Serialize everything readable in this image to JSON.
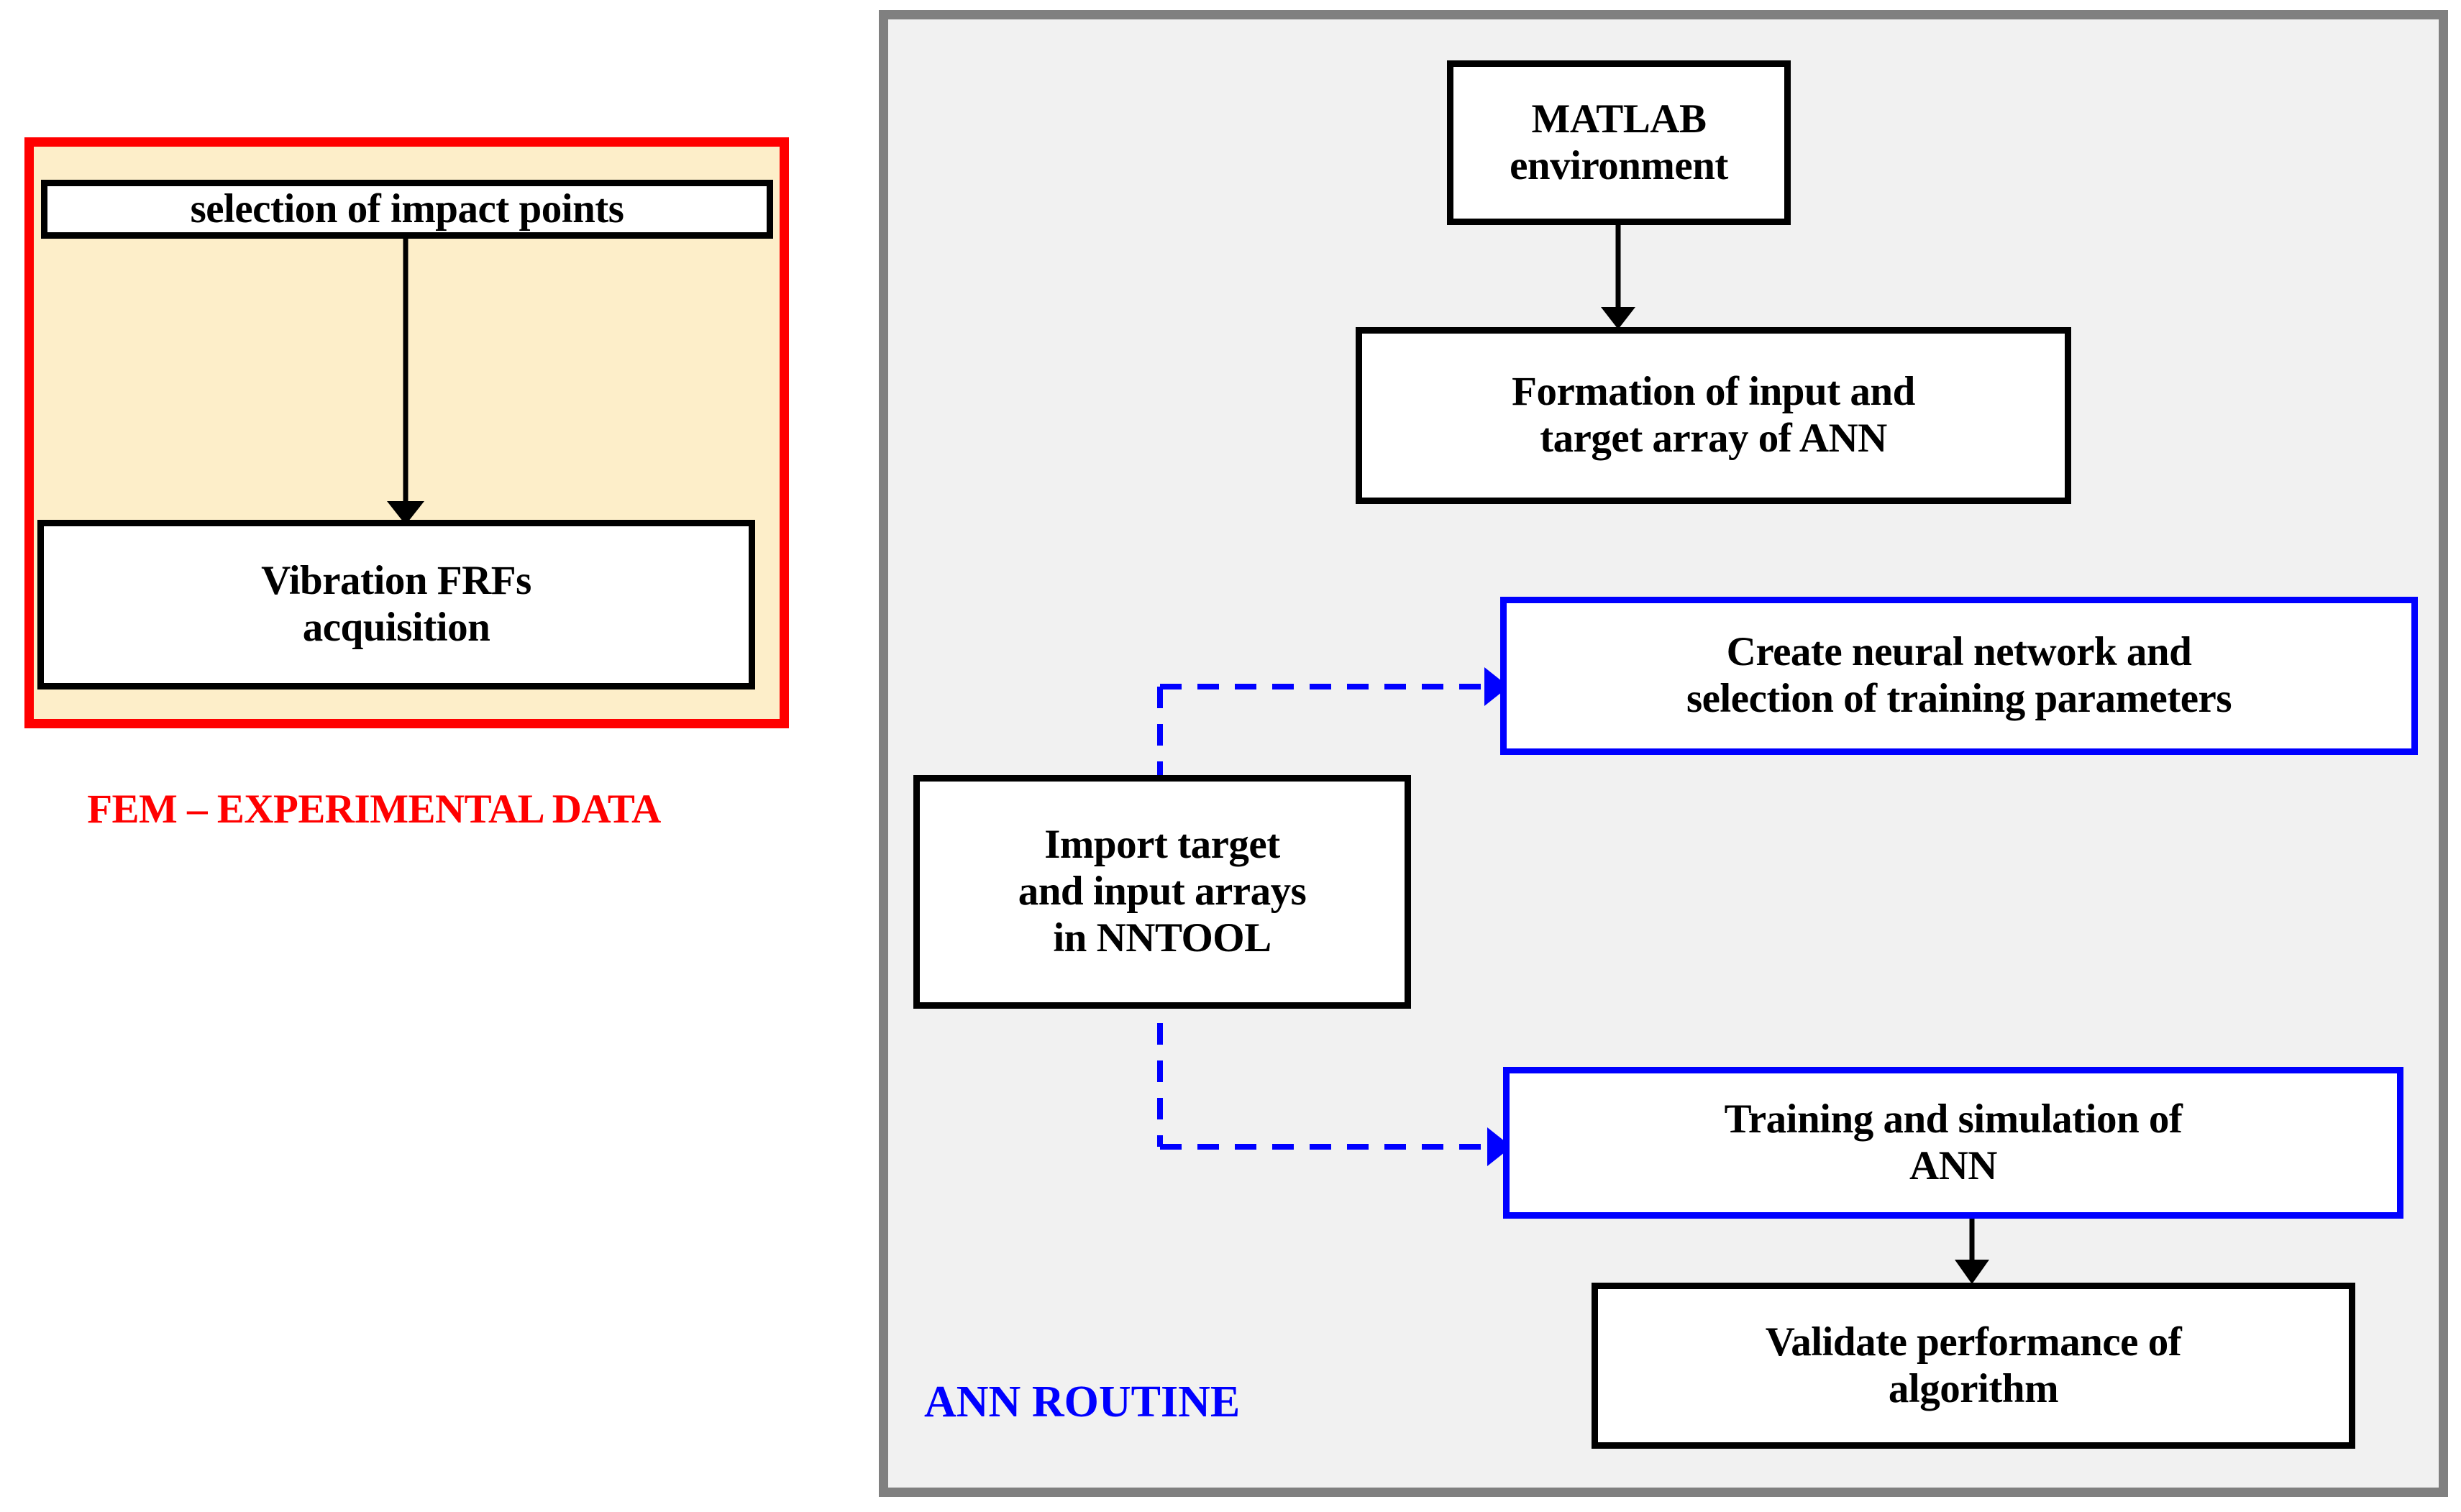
{
  "diagram": {
    "title": "FEM experimental data and ANN routine flowchart",
    "colors": {
      "fem_border": "#ff0000",
      "fem_fill": "#fdeec9",
      "ann_border": "#808080",
      "ann_fill": "#f1f1f1",
      "node_border_black": "#000000",
      "node_border_blue": "#0000ff",
      "node_fill": "#ffffff",
      "solid_arrow": "#000000",
      "dashed_arrow": "#0000ff"
    }
  },
  "fem_panel": {
    "caption": "FEM – EXPERIMENTAL DATA",
    "nodes": [
      {
        "id": "selection-impact-points",
        "label": "selection of impact points",
        "border": "black"
      },
      {
        "id": "vibration-frfs",
        "label": "Vibration FRFs\nacquisition",
        "line1": "Vibration FRFs",
        "line2": "acquisition",
        "border": "black"
      }
    ]
  },
  "ann_panel": {
    "caption": "ANN ROUTINE",
    "nodes": [
      {
        "id": "matlab-environment",
        "line1": "MATLAB",
        "line2": "environment",
        "border": "black"
      },
      {
        "id": "formation-arrays",
        "line1": "Formation of input and",
        "line2": "target array of ANN",
        "border": "black"
      },
      {
        "id": "create-network",
        "line1": "Create neural network and",
        "line2": "selection of training parameters",
        "border": "blue"
      },
      {
        "id": "import-arrays",
        "line1": "Import target",
        "line2": "and input arrays",
        "line3": "in NNTOOL",
        "border": "black"
      },
      {
        "id": "training-simulation",
        "line1": "Training and simulation of",
        "line2": "ANN",
        "border": "blue"
      },
      {
        "id": "validate-performance",
        "line1": "Validate performance of",
        "line2": "algorithm",
        "border": "black"
      }
    ]
  },
  "connectors": [
    {
      "id": "arrow-selection-to-vibration",
      "style": "solid",
      "color": "#000000",
      "from": "selection-impact-points",
      "to": "vibration-frfs"
    },
    {
      "id": "arrow-matlab-to-formation",
      "style": "solid",
      "color": "#000000",
      "from": "matlab-environment",
      "to": "formation-arrays"
    },
    {
      "id": "arrow-import-to-create",
      "style": "dashed",
      "color": "#0000ff",
      "from": "import-arrays",
      "to": "create-network"
    },
    {
      "id": "arrow-import-to-training",
      "style": "dashed",
      "color": "#0000ff",
      "from": "import-arrays",
      "to": "training-simulation"
    },
    {
      "id": "arrow-training-to-validate",
      "style": "solid",
      "color": "#000000",
      "from": "training-simulation",
      "to": "validate-performance"
    }
  ]
}
